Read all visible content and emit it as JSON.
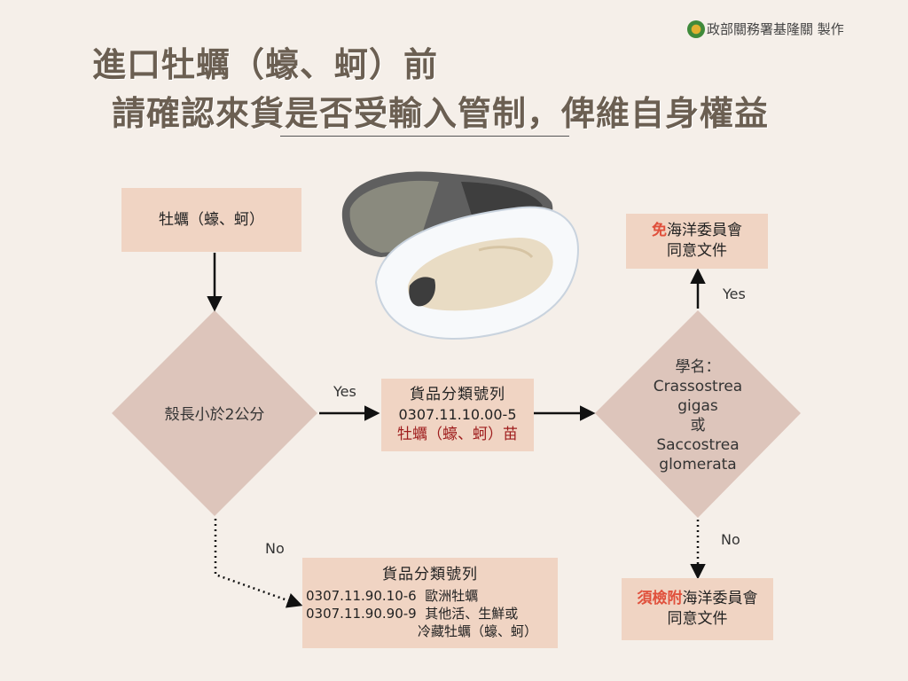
{
  "agency": {
    "name": "政部關務署基隆關 製作"
  },
  "title": {
    "line1": "進口牡蠣（蠔、蚵）前",
    "line2": "請確認來貨是否受輸入管制，俾維自身權益"
  },
  "flow": {
    "start": "牡蠣（蠔、蚵）",
    "decision1": "殼長小於2公分",
    "yes1": "Yes",
    "no1": "No",
    "seed_box": {
      "header": "貨品分類號列",
      "code": "0307.11.10.00-5",
      "name": "牡蠣（蠔、蚵）苗"
    },
    "other_box": {
      "header": "貨品分類號列",
      "line1": "0307.11.90.10-6  歐洲牡蠣",
      "line2": "0307.11.90.90-9  其他活、生鮮或",
      "line3": "冷藏牡蠣（蠔、蚵）"
    },
    "decision2": {
      "l1": "學名：",
      "l2": "Crassostrea",
      "l3": "gigas",
      "l4": "或",
      "l5": "Saccostrea",
      "l6": "glomerata"
    },
    "yes2": "Yes",
    "no2": "No",
    "exempt_box": {
      "emph": "免",
      "l1": "海洋委員會",
      "l2": "同意文件"
    },
    "required_box": {
      "emph": "須檢附",
      "l1": "海洋委員會",
      "l2": "同意文件"
    }
  },
  "icons": {
    "logo": "agency-logo-icon",
    "oyster": "oyster-illustration"
  }
}
